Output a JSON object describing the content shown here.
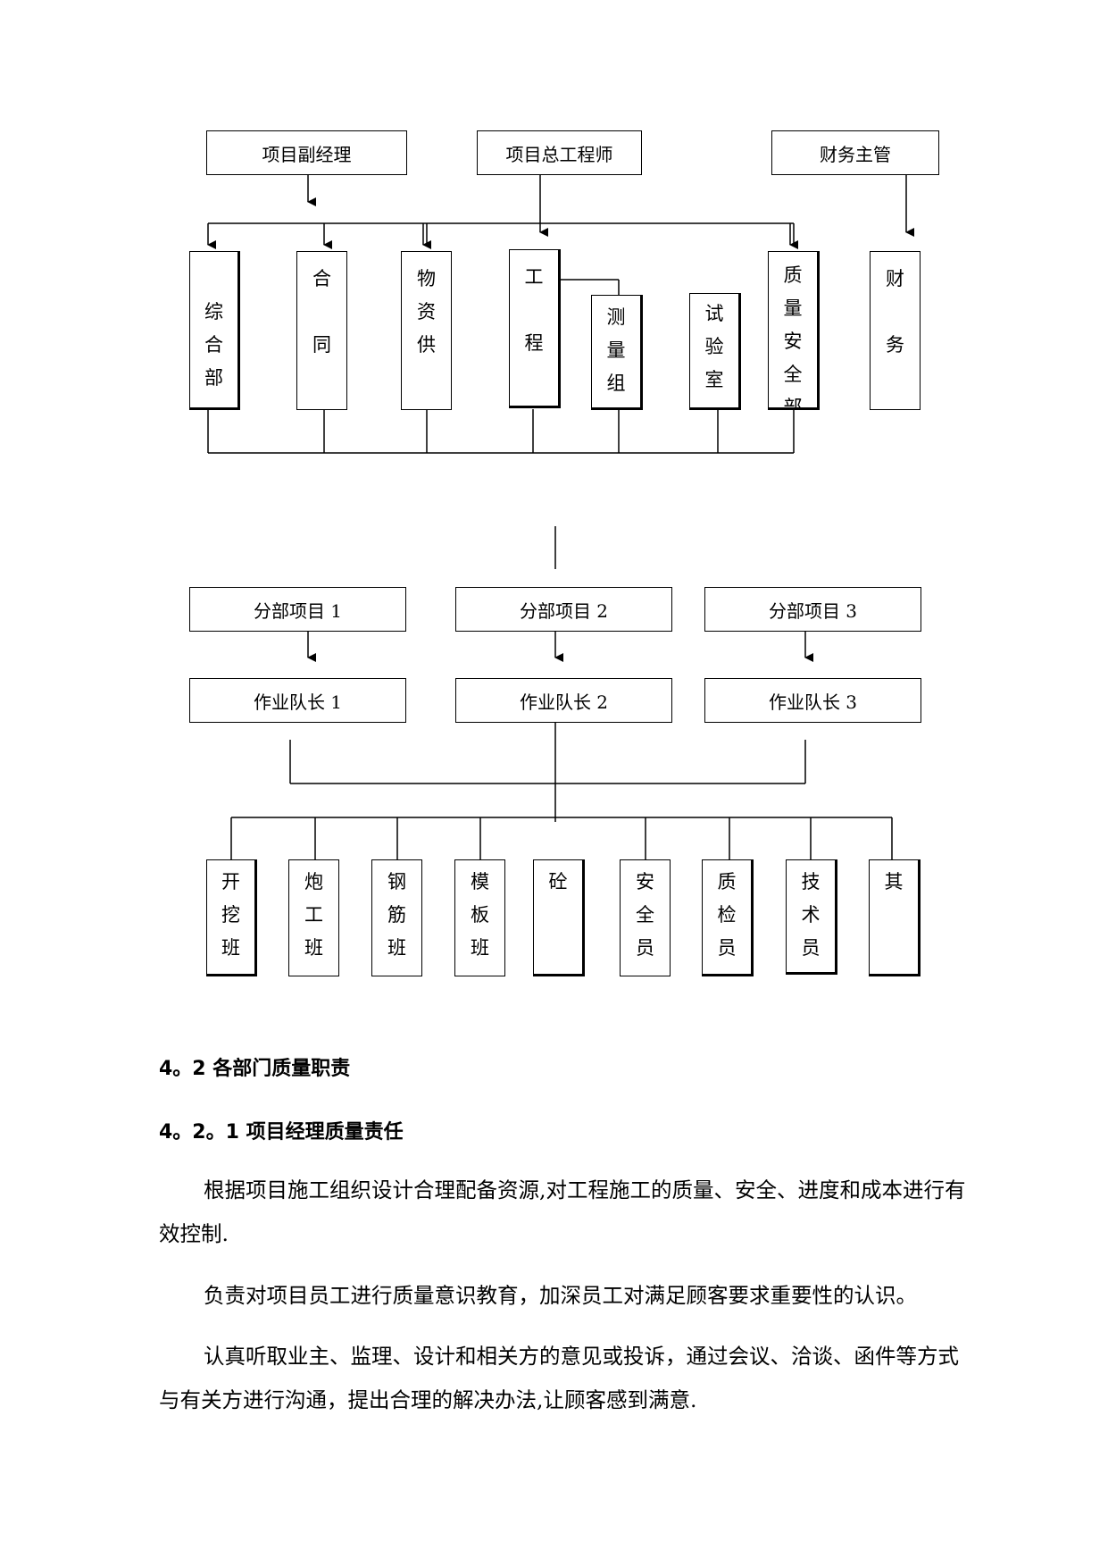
{
  "org_chart": {
    "top": {
      "deputy_manager": "项目副经理",
      "chief_engineer": "项目总工程师",
      "finance_supervisor": "财务主管"
    },
    "departments": [
      {
        "key": "general",
        "text": "\n综\n合\n部"
      },
      {
        "key": "contract",
        "text": "合\n\n同"
      },
      {
        "key": "materials",
        "text": "物\n资\n供"
      },
      {
        "key": "engineering",
        "text": "工\n\n程"
      },
      {
        "key": "survey",
        "text": "测\n量\n组"
      },
      {
        "key": "lab",
        "text": "试\n验\n室"
      },
      {
        "key": "quality-safety",
        "text": "质\n量\n安\n全\n部"
      },
      {
        "key": "finance",
        "text": "财\n\n务"
      }
    ],
    "sub_projects": [
      "分部项目 1",
      "分部项目 2",
      "分部项目 3"
    ],
    "team_leaders": [
      "作业队长 1",
      "作业队长 2",
      "作业队长 3"
    ],
    "crews": [
      {
        "key": "excavation",
        "text": "开\n挖\n班"
      },
      {
        "key": "blasting",
        "text": "炮\n工\n班"
      },
      {
        "key": "rebar",
        "text": "钢\n筋\n班"
      },
      {
        "key": "formwork",
        "text": "模\n板\n班"
      },
      {
        "key": "concrete",
        "text": "砼"
      },
      {
        "key": "safety-officer",
        "text": "安\n全\n员"
      },
      {
        "key": "quality-inspector",
        "text": "质\n检\n员"
      },
      {
        "key": "technician",
        "text": "技\n术\n员"
      },
      {
        "key": "other",
        "text": "其"
      }
    ]
  },
  "sections": {
    "heading_4_2": "4。2 各部门质量职责",
    "heading_4_2_1": "4。2。1 项目经理质量责任",
    "paragraphs": [
      "根据项目施工组织设计合理配备资源,对工程施工的质量、安全、进度和成本进行有效控制.",
      "负责对项目员工进行质量意识教育，加深员工对满足顾客要求重要性的认识。",
      "认真听取业主、监理、设计和相关方的意见或投诉，通过会议、洽谈、函件等方式与有关方进行沟通，提出合理的解决办法,让顾客感到满意."
    ]
  }
}
